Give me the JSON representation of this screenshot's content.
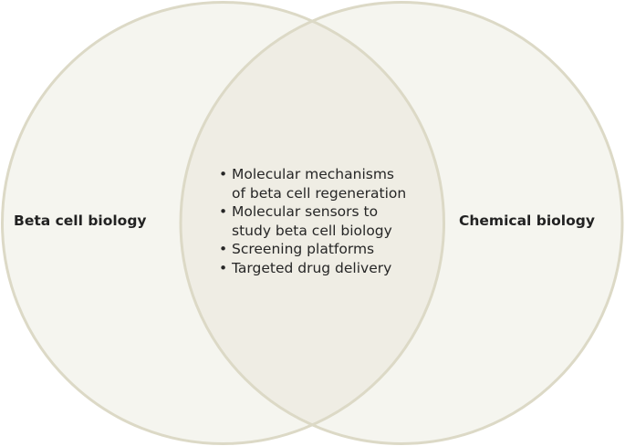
{
  "diagram": {
    "type": "venn",
    "colors": {
      "fill": "#f5f5ef",
      "overlap_fill": "#efede4",
      "stroke": "#dcd9c6",
      "text": "#222222"
    },
    "sets": [
      {
        "id": "left",
        "label": "Beta cell biology"
      },
      {
        "id": "right",
        "label": "Chemical biology"
      }
    ],
    "overlap": {
      "bullet": "•",
      "items": [
        "Molecular mechanisms\nof beta cell regeneration",
        "Molecular sensors to\nstudy beta cell biology",
        "Screening platforms",
        "Targeted drug delivery"
      ]
    }
  }
}
